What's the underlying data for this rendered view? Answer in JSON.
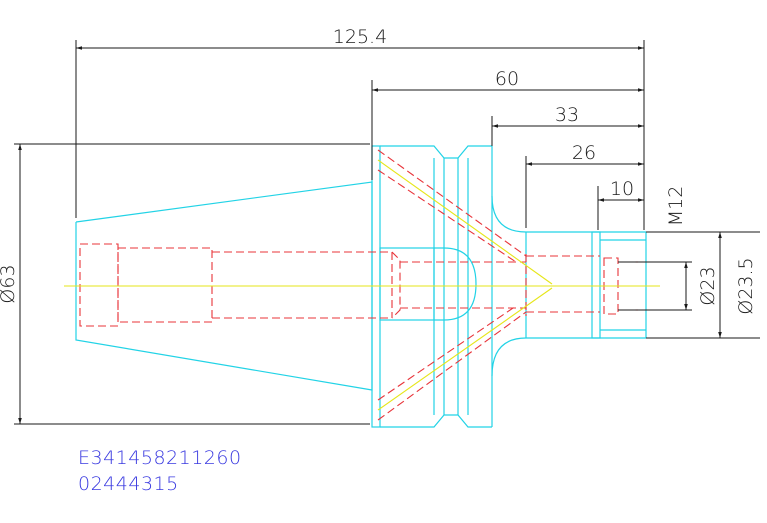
{
  "colors": {
    "outline": "#22d3e6",
    "hidden_lines": "#e8343a",
    "centerline": "#e6e619",
    "dimensions": "#1a1a1a",
    "code_text": "#3a3ae0",
    "background": "#ffffff"
  },
  "dimensions": {
    "overall_length": "125.4",
    "flange_to_nose": "60",
    "collar_to_nose": "33",
    "neck_to_nose": "26",
    "nose_length": "10",
    "taper_diameter": "Ø63",
    "thread": "M12",
    "inner_diameter": "Ø23",
    "outer_diameter": "Ø23.5"
  },
  "part_codes": {
    "line1": "E341458211260",
    "line2": "02444315"
  }
}
